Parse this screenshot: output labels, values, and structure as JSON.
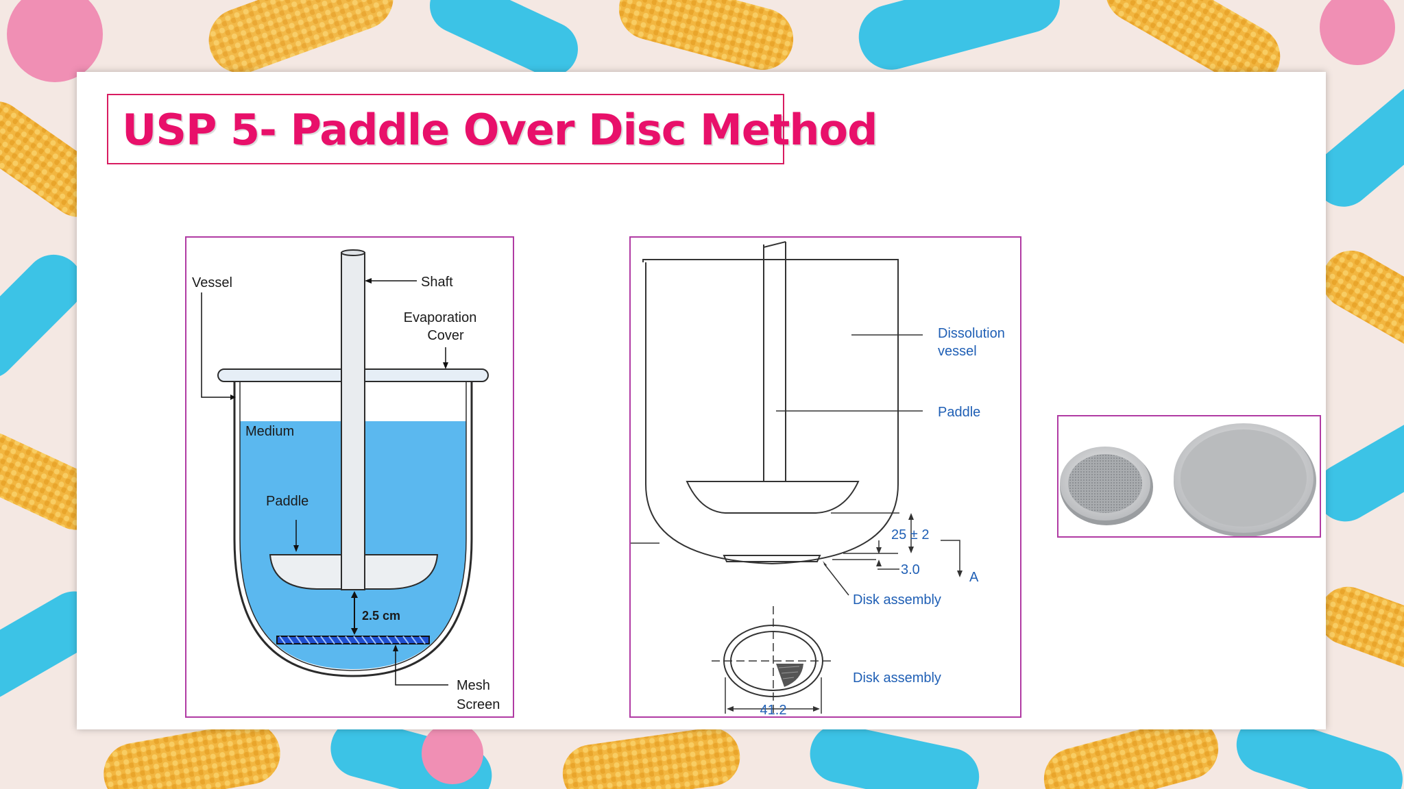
{
  "slide": {
    "title": "USP 5- Paddle Over Disc Method"
  },
  "diagram_a": {
    "vessel": "Vessel",
    "shaft": "Shaft",
    "evaporation_cover_line1": "Evaporation",
    "evaporation_cover_line2": "Cover",
    "medium": "Medium",
    "paddle": "Paddle",
    "distance": "2.5 cm",
    "mesh_line1": "Mesh",
    "mesh_line2": "Screen",
    "colors": {
      "medium": "#5bb8ef",
      "outline": "#2b2b2b",
      "mesh": "#1e4fd0"
    }
  },
  "diagram_b": {
    "dissolution_line1": "Dissolution",
    "dissolution_line2": "vessel",
    "paddle": "Paddle",
    "dimension_gap": "25 ± 2",
    "dimension_disk": "3.0",
    "marker": "A",
    "disk_assembly_side": "Disk assembly",
    "disk_assembly_top": "Disk assembly",
    "diameter": "41.2",
    "colors": {
      "label": "#1f5fb5",
      "line": "#333333"
    }
  },
  "photo": {
    "subject_icon": "mesh-disc-icon"
  },
  "background": {
    "pattern_icon": "capsule-pattern-icon",
    "colors": {
      "capsule_blue": "#3cc3e6",
      "capsule_gold": "#f2b640",
      "capsule_pink": "#f08fb4"
    }
  }
}
